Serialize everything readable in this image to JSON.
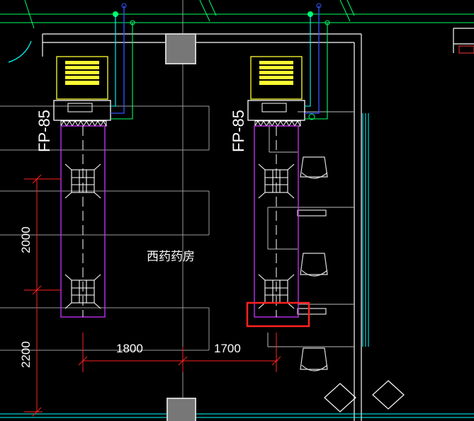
{
  "drawing": {
    "room_label": "西药药房",
    "units": [
      {
        "label": "FP-85"
      },
      {
        "label": "FP-85"
      }
    ],
    "dimensions": {
      "vertical": [
        "2000",
        "2200"
      ],
      "horizontal": [
        "1800",
        "1700"
      ]
    }
  },
  "colors": {
    "background": "#000000",
    "wall": "#ffffff",
    "grid": "#aaaaaa",
    "green_pipe": "#00ff66",
    "blue_pipe": "#3355ff",
    "cyan": "#00ffff",
    "magenta": "#cc33ff",
    "yellow": "#ffff33",
    "dimension": "#ff2222",
    "highlight": "#ff2020"
  }
}
